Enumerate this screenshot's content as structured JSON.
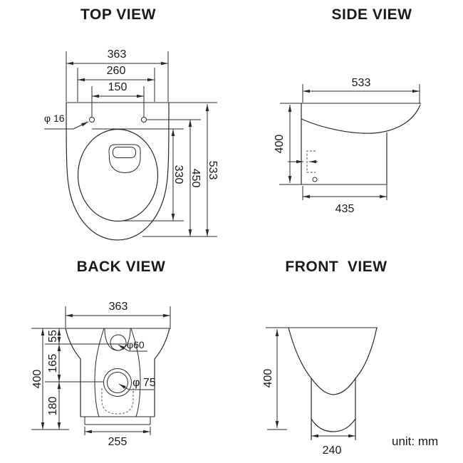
{
  "unit_note": "unit: mm",
  "views": {
    "top": {
      "title": "TOP VIEW",
      "dims": {
        "overall_width": "363",
        "seat_width": "260",
        "hole_spacing": "150",
        "hole_diameter": "φ 16",
        "bowl_depth": "330",
        "seat_depth": "450",
        "overall_depth": "533"
      }
    },
    "side": {
      "title": "SIDE VIEW",
      "dims": {
        "overall_depth": "533",
        "height": "400",
        "base_depth": "435"
      }
    },
    "back": {
      "title": "BACK VIEW",
      "dims": {
        "overall_width": "363",
        "top_offset": "55",
        "mid_offset": "165",
        "bottom_offset": "180",
        "height": "400",
        "inlet_diameter": "φ60",
        "outlet_diameter": "φ 75",
        "base_width": "255"
      }
    },
    "front": {
      "title": "FRONT  VIEW",
      "dims": {
        "height": "400",
        "base_width": "240"
      }
    }
  }
}
